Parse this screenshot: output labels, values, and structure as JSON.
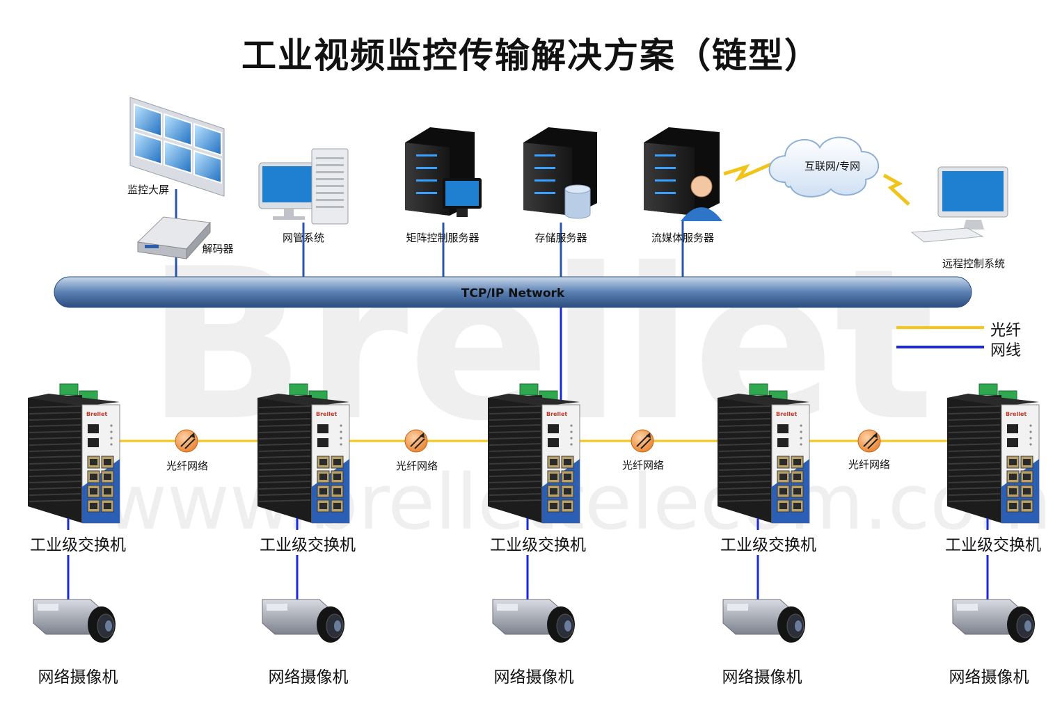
{
  "title": "工业视频监控传输解决方案（链型）",
  "watermark": {
    "logo": "Brellet",
    "url": "www.brellettelecom.com"
  },
  "network_bus": {
    "label": "TCP/IP Network"
  },
  "top_devices": {
    "video_wall": "监控大屏",
    "decoder": "解码器",
    "nms": "网管系统",
    "matrix_server": "矩阵控制服务器",
    "storage_server": "存储服务器",
    "media_server": "流媒体服务器",
    "cloud": "互联网/专网",
    "remote_control": "远程控制系统"
  },
  "legend": {
    "fiber": "光纤",
    "cable": "网线"
  },
  "switch_brand": "Brellet",
  "switches": [
    {
      "label": "工业级交换机"
    },
    {
      "label": "工业级交换机"
    },
    {
      "label": "工业级交换机"
    },
    {
      "label": "工业级交换机"
    },
    {
      "label": "工业级交换机"
    }
  ],
  "fiber_links": [
    {
      "label": "光纤网络"
    },
    {
      "label": "光纤网络"
    },
    {
      "label": "光纤网络"
    },
    {
      "label": "光纤网络"
    }
  ],
  "cameras": [
    {
      "label": "网络摄像机"
    },
    {
      "label": "网络摄像机"
    },
    {
      "label": "网络摄像机"
    },
    {
      "label": "网络摄像机"
    },
    {
      "label": "网络摄像机"
    }
  ],
  "colors": {
    "fiber": "#f5c518",
    "cable": "#1a2bd6",
    "bus": "#4a6fa5",
    "server": "#2b2b2b",
    "led": "#3aa0ff"
  }
}
